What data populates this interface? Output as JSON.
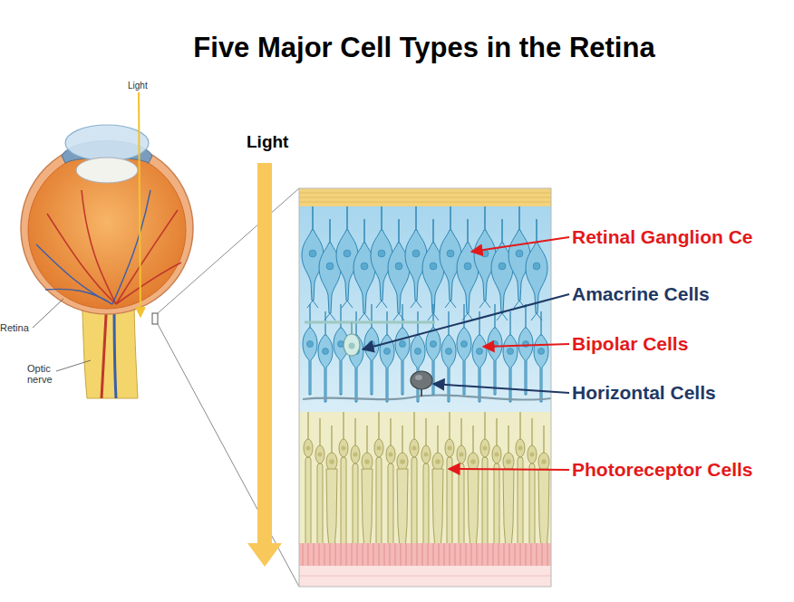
{
  "diagram": {
    "title": "Five Major Cell Types in the Retina",
    "labels": [
      "Light",
      "Light",
      "Retina",
      "Optic nerve",
      "Retinal Ganglion Ce",
      "Amacrine Cells",
      "Bipolar Cells",
      "Horizontal Cells",
      "Photoreceptor Cells"
    ]
  }
}
